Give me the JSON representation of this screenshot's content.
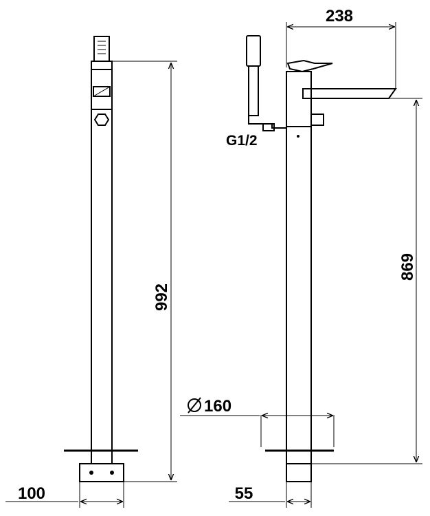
{
  "dimensions": {
    "height_total": "992",
    "height_spout": "869",
    "spout_reach": "238",
    "base_diameter": "160",
    "base_width_left": "100",
    "column_width": "55",
    "inlet_thread": "G1/2"
  },
  "symbols": {
    "diameter_symbol": "diameter-icon"
  }
}
